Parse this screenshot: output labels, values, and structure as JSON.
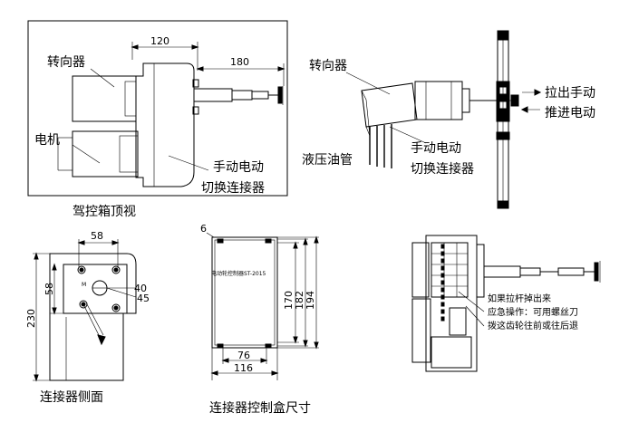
{
  "top_view": {
    "caption": "驾控箱顶视",
    "label_diverter": "转向器",
    "label_motor": "电机",
    "label_switch_line1": "手动电动",
    "label_switch_line2": "切换连接器",
    "dim_width": "120",
    "dim_shaft": "180"
  },
  "side_view": {
    "label_diverter": "转向器",
    "label_hydraulic": "液压油管",
    "label_switch_line1": "手动电动",
    "label_switch_line2": "切换连接器",
    "label_pull": "拉出手动",
    "label_push": "推进电动"
  },
  "connector_side": {
    "caption": "连接器侧面",
    "dim_top": "58",
    "dim_left": "58",
    "dim_height": "230",
    "dim_40": "40",
    "dim_45": "45"
  },
  "control_box": {
    "caption": "连接器控制盒尺寸",
    "dim_corner": "6",
    "dim_170": "170",
    "dim_182": "182",
    "dim_194": "194",
    "dim_76": "76",
    "dim_116": "116",
    "nameplate": "电动轮控制器ST-2015"
  },
  "emergency": {
    "note_line1": "如果拉杆掉出来",
    "note_line2": "应急操作：可用螺丝刀",
    "note_line3": "拨这齿轮往前或往后退"
  }
}
